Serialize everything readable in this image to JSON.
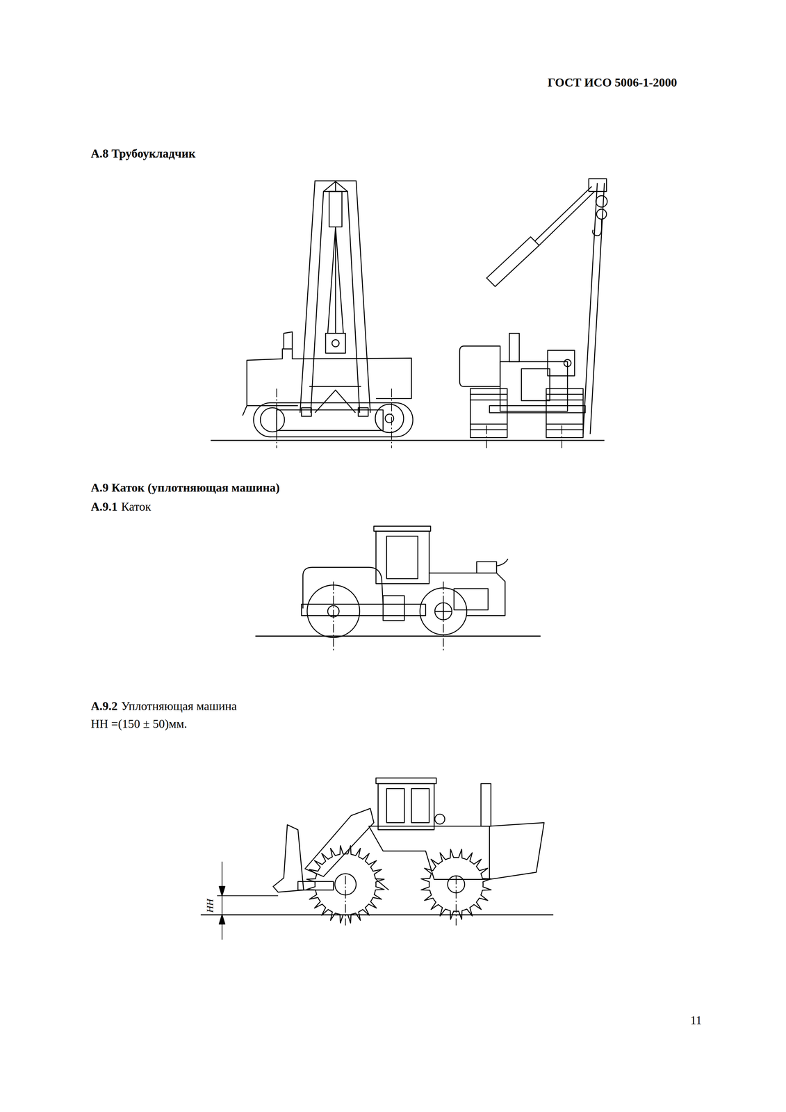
{
  "diagram": {
    "labels": [
      "ГОСТ ИСО 5006-1-2000",
      "А.8 Трубоукладчик",
      "А.9 Каток (уплотняющая машина)",
      "А.9.1",
      "Каток",
      "А.9.2",
      "Уплотняющая машина",
      "НН =(150 ± 50)мм.",
      "НН",
      "11"
    ]
  }
}
